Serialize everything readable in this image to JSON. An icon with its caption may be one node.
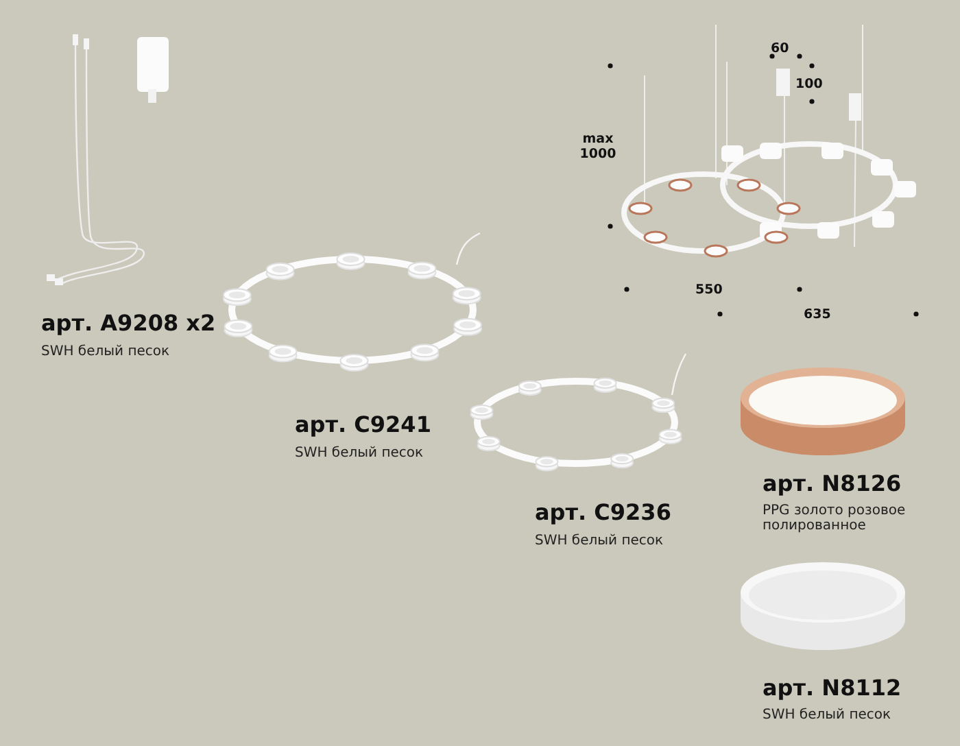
{
  "diagram": {
    "labels": [
      "60",
      "100",
      "max 1000",
      "550",
      "635",
      "арт. A9208 x2",
      "SWH белый песок",
      "арт. C9241",
      "SWH белый песок",
      "арт. C9236",
      "SWH белый песок",
      "арт. N8126",
      "PPG золото розовое полированное",
      "арт. N8112",
      "SWH белый песок"
    ]
  }
}
